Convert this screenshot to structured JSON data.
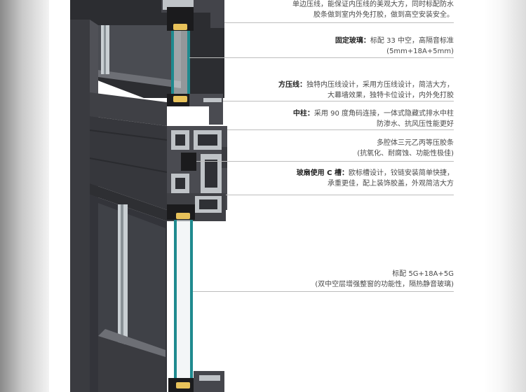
{
  "colors": {
    "frame": "#3c3d42",
    "frame_dark": "#26272b",
    "frame_light": "#5a5b61",
    "aluminium_cut": "#bfc3c7",
    "glass": "#1f8a8f",
    "gasket": "#1b1b1d",
    "spacer": "#e8c25a",
    "leader_line": "#bdbdbd",
    "text": "#4a4a4a",
    "lead_text": "#222222"
  },
  "callouts": [
    {
      "id": "top",
      "lead": "",
      "lines": [
        "单边压线，能保证内压线的美观大方，同时标配防水",
        "胶条做到室内外免打胶，做到高空安装安全。"
      ]
    },
    {
      "id": "fixed-glass",
      "lead": "固定玻璃：",
      "lines": [
        "标配 33 中空，高隔音标准",
        "(5mm+18A+5mm)"
      ]
    },
    {
      "id": "glazing-bead",
      "lead": "方压线：",
      "lines": [
        "独特内压线设计，采用方压线设计，简洁大方，",
        "大幕墙效果，独特卡位设计，内外免打胶"
      ]
    },
    {
      "id": "mullion",
      "lead": "中柱：",
      "lines": [
        "采用 90 度角码连接，一体式隐藏式排水中柱",
        "防渗水、抗风压性能更好"
      ]
    },
    {
      "id": "epdm",
      "lead": "",
      "lines": [
        "多腔体三元乙丙等压胶条",
        "(抗氧化、耐腐蚀、功能性极佳)"
      ]
    },
    {
      "id": "c-groove",
      "lead": "玻扇使用 C 槽：",
      "lines": [
        "欧标槽设计，铰链安装简单快捷，",
        "承重更佳，配上装饰胶盖，外观简洁大方"
      ]
    },
    {
      "id": "standard-glass",
      "lead": "",
      "lines": [
        "标配 5G+18A+5G",
        "(双中空层增强整窗的功能性，隔热静音玻璃)"
      ]
    }
  ]
}
